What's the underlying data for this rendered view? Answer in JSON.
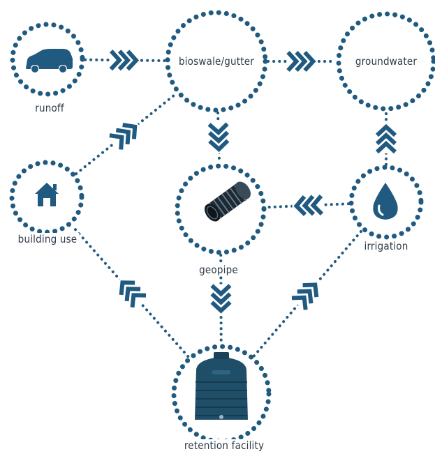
{
  "colors": {
    "accent": "#215a80",
    "text": "#2e3a48",
    "background": "#ffffff"
  },
  "nodes": [
    {
      "id": "runoff",
      "label": "runoff",
      "icon": "car-icon"
    },
    {
      "id": "bioswale",
      "label": "bioswale/gutter",
      "icon": ""
    },
    {
      "id": "groundwater",
      "label": "groundwater",
      "icon": ""
    },
    {
      "id": "building",
      "label": "building use",
      "icon": "house-icon"
    },
    {
      "id": "geopipe",
      "label": "geopipe",
      "icon": "pipe-icon"
    },
    {
      "id": "irrigation",
      "label": "irrigation",
      "icon": "water-drop-icon"
    },
    {
      "id": "retention",
      "label": "retention facility",
      "icon": "water-tank-icon"
    }
  ],
  "flows": [
    {
      "from": "runoff",
      "to": "bioswale"
    },
    {
      "from": "bioswale",
      "to": "groundwater"
    },
    {
      "from": "building",
      "to": "bioswale"
    },
    {
      "from": "bioswale",
      "to": "geopipe"
    },
    {
      "from": "irrigation",
      "to": "groundwater"
    },
    {
      "from": "irrigation",
      "to": "geopipe"
    },
    {
      "from": "geopipe",
      "to": "retention"
    },
    {
      "from": "retention",
      "to": "building"
    },
    {
      "from": "retention",
      "to": "irrigation"
    }
  ]
}
